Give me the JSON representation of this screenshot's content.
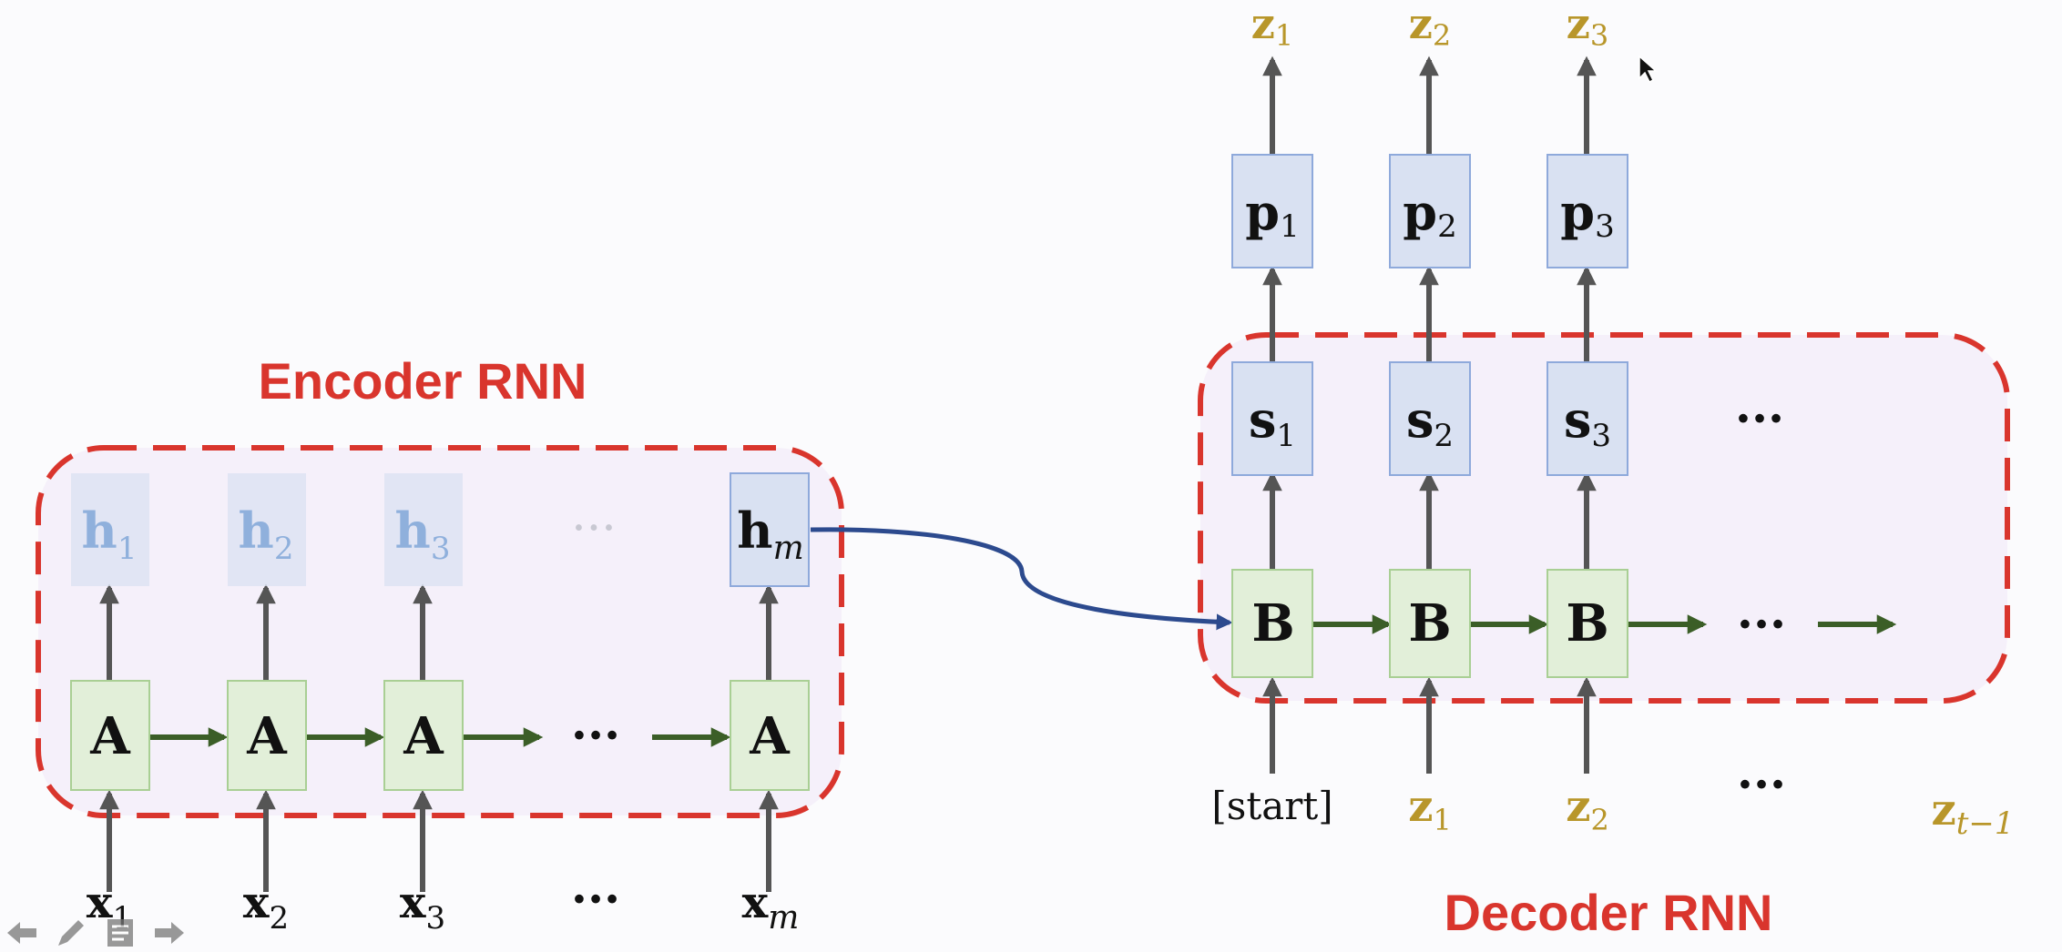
{
  "titles": {
    "encoder": "Encoder RNN",
    "decoder": "Decoder RNN"
  },
  "symbols": {
    "dots": "···",
    "encoder_cell": "A",
    "decoder_cell": "B",
    "start": "[start]",
    "h1": {
      "base": "h",
      "sub": "1"
    },
    "h2": {
      "base": "h",
      "sub": "2"
    },
    "h3": {
      "base": "h",
      "sub": "3"
    },
    "hm": {
      "base": "h",
      "sub": "m"
    },
    "x1": {
      "base": "x",
      "sub": "1"
    },
    "x2": {
      "base": "x",
      "sub": "2"
    },
    "x3": {
      "base": "x",
      "sub": "3"
    },
    "xm": {
      "base": "x",
      "sub": "m"
    },
    "s1": {
      "base": "s",
      "sub": "1"
    },
    "s2": {
      "base": "s",
      "sub": "2"
    },
    "s3": {
      "base": "s",
      "sub": "3"
    },
    "p1": {
      "base": "p",
      "sub": "1"
    },
    "p2": {
      "base": "p",
      "sub": "2"
    },
    "p3": {
      "base": "p",
      "sub": "3"
    },
    "z1": {
      "base": "z",
      "sub": "1"
    },
    "z2": {
      "base": "z",
      "sub": "2"
    },
    "z3": {
      "base": "z",
      "sub": "3"
    },
    "zt1": {
      "base": "z",
      "sub": "t−1"
    }
  },
  "colors": {
    "dashed_border": "#d9352d",
    "region_fill": "#f5f0fa",
    "cell_fill": "#e2efd9",
    "cell_stroke": "#a9cf94",
    "state_fill": "#d9e1f2",
    "state_stroke": "#8ea9db",
    "faded_text": "#8fb0dc",
    "gold_text": "#b8962a",
    "arrow_gray": "#555555",
    "arrow_green": "#3b5e27",
    "arrow_blue": "#2c4a8e"
  },
  "toolbar": {
    "prev_icon": "arrow-left-icon",
    "pen_icon": "pen-icon",
    "notes_icon": "notes-icon",
    "next_icon": "arrow-right-icon"
  }
}
